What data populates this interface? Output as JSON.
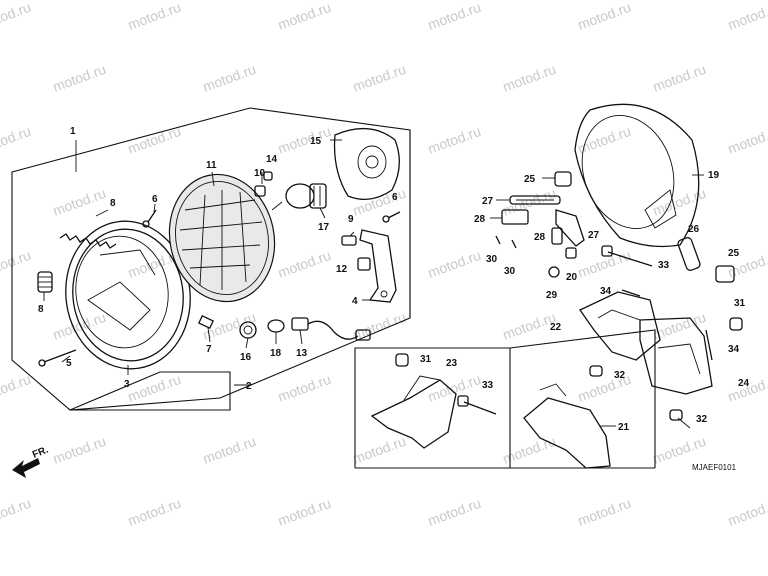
{
  "diagram": {
    "watermark": "motod.ru",
    "code": "MJAEF0101",
    "front_marker": "FR.",
    "callouts": {
      "c1": "1",
      "c2": "2",
      "c3": "3",
      "c4": "4",
      "c5": "5",
      "c6a": "6",
      "c6b": "6",
      "c7": "7",
      "c8a": "8",
      "c8b": "8",
      "c9": "9",
      "c10": "10",
      "c11": "11",
      "c12": "12",
      "c13": "13",
      "c14": "14",
      "c15": "15",
      "c16": "16",
      "c17": "17",
      "c18": "18",
      "c19": "19",
      "c20": "20",
      "c21": "21",
      "c22": "22",
      "c23": "23",
      "c24": "24",
      "c25a": "25",
      "c25b": "25",
      "c26": "26",
      "c27a": "27",
      "c27b": "27",
      "c28a": "28",
      "c28b": "28",
      "c29": "29",
      "c30a": "30",
      "c30b": "30",
      "c31a": "31",
      "c31b": "31",
      "c32a": "32",
      "c32b": "32",
      "c33a": "33",
      "c33b": "33",
      "c34a": "34",
      "c34b": "34"
    }
  }
}
